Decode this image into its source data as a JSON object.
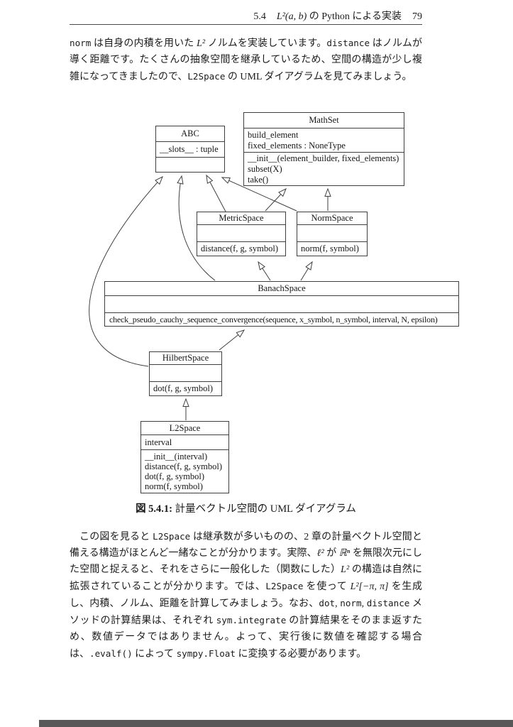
{
  "colors": {
    "line": "#3f3f3f",
    "text": "#1b1b1b",
    "rule": "#4a4a4a",
    "bottom_bar": "#585858"
  },
  "header": {
    "section_number": "5.4",
    "section_title_math": "L²(a, b)",
    "section_title_rest": " の Python による実装",
    "page_number": "79",
    "segments": [
      {
        "t": "5.4",
        "s": "p"
      },
      {
        "t": "",
        "s": "g"
      },
      {
        "t": "L²(a, b)",
        "s": "m"
      },
      {
        "t": " の Python による実装",
        "s": "p"
      },
      {
        "t": "",
        "s": "g"
      },
      {
        "t": "79",
        "s": "p"
      }
    ]
  },
  "paragraph1": {
    "segments": [
      {
        "t": "norm",
        "s": "c"
      },
      {
        "t": " は自身の内積を用いた ",
        "s": "p"
      },
      {
        "t": "L²",
        "s": "m"
      },
      {
        "t": " ノルムを実装しています。",
        "s": "p"
      },
      {
        "t": "distance",
        "s": "c"
      },
      {
        "t": " はノルムが導く距離です。たくさんの抽象空間を継承しているため、空間の構造が少し複雑になってきましたので、",
        "s": "p"
      },
      {
        "t": "L2Space",
        "s": "c"
      },
      {
        "t": " の UML ダイアグラムを見てみましょう。",
        "s": "p"
      }
    ]
  },
  "figure": {
    "caption": {
      "segments": [
        {
          "t": "図 5.4.1: ",
          "s": "b"
        },
        {
          "t": "計量ベクトル空間の UML ダイアグラム",
          "s": "p"
        }
      ]
    },
    "classes": [
      {
        "name": "ABC",
        "attributes": [
          "__slots__ : tuple"
        ],
        "methods": []
      },
      {
        "name": "MathSet",
        "attributes": [
          "build_element",
          "fixed_elements : NoneType"
        ],
        "methods": [
          "__init__(element_builder, fixed_elements)",
          "subset(X)",
          "take()"
        ]
      },
      {
        "name": "MetricSpace",
        "attributes": [],
        "methods": [
          "distance(f, g, symbol)"
        ]
      },
      {
        "name": "NormSpace",
        "attributes": [],
        "methods": [
          "norm(f, symbol)"
        ]
      },
      {
        "name": "BanachSpace",
        "attributes": [],
        "methods": [
          "check_pseudo_cauchy_sequence_convergence(sequence, x_symbol, n_symbol, interval, N, epsilon)"
        ]
      },
      {
        "name": "HilbertSpace",
        "attributes": [],
        "methods": [
          "dot(f, g, symbol)"
        ]
      },
      {
        "name": "L2Space",
        "attributes": [
          "interval"
        ],
        "methods": [
          "__init__(interval)",
          "distance(f, g, symbol)",
          "dot(f, g, symbol)",
          "norm(f, symbol)"
        ]
      }
    ],
    "inheritance": [
      {
        "from": "MetricSpace",
        "to": "ABC"
      },
      {
        "from": "NormSpace",
        "to": "ABC"
      },
      {
        "from": "MetricSpace",
        "to": "MathSet"
      },
      {
        "from": "NormSpace",
        "to": "MathSet"
      },
      {
        "from": "BanachSpace",
        "to": "MetricSpace"
      },
      {
        "from": "BanachSpace",
        "to": "NormSpace"
      },
      {
        "from": "BanachSpace",
        "to": "ABC"
      },
      {
        "from": "HilbertSpace",
        "to": "BanachSpace"
      },
      {
        "from": "HilbertSpace",
        "to": "ABC"
      },
      {
        "from": "L2Space",
        "to": "HilbertSpace"
      }
    ]
  },
  "paragraph2": {
    "segments": [
      {
        "t": "この図を見ると ",
        "s": "p"
      },
      {
        "t": "L2Space",
        "s": "c"
      },
      {
        "t": " は継承数が多いものの、2 章の計量ベクトル空間と備える構造がほとんど一緒なことが分かります。実際、",
        "s": "p"
      },
      {
        "t": "ℓ²",
        "s": "m"
      },
      {
        "t": " が ",
        "s": "p"
      },
      {
        "t": "ℝⁿ",
        "s": "m"
      },
      {
        "t": " を無限次元にした空間と捉えると、それをさらに一般化した（関数にした）",
        "s": "p"
      },
      {
        "t": "L²",
        "s": "m"
      },
      {
        "t": " の構造は自然に拡張されていることが分かります。では、",
        "s": "p"
      },
      {
        "t": "L2Space",
        "s": "c"
      },
      {
        "t": " を使って ",
        "s": "p"
      },
      {
        "t": "L²[−π, π]",
        "s": "m"
      },
      {
        "t": " を生成し、内積、ノルム、距離を計算してみましょう。なお、",
        "s": "p"
      },
      {
        "t": "dot",
        "s": "c"
      },
      {
        "t": ", ",
        "s": "p"
      },
      {
        "t": "norm",
        "s": "c"
      },
      {
        "t": ", ",
        "s": "p"
      },
      {
        "t": "distance",
        "s": "c"
      },
      {
        "t": " メソッドの計算結果は、それぞれ ",
        "s": "p"
      },
      {
        "t": "sym.integrate",
        "s": "c"
      },
      {
        "t": " の計算結果をそのまま返すため、数値データではありません。よって、実行後に数値を確認する場合は、",
        "s": "p"
      },
      {
        "t": ".evalf()",
        "s": "c"
      },
      {
        "t": " によって ",
        "s": "p"
      },
      {
        "t": "sympy.Float",
        "s": "c"
      },
      {
        "t": " に変換する必要があります。",
        "s": "p"
      }
    ]
  }
}
